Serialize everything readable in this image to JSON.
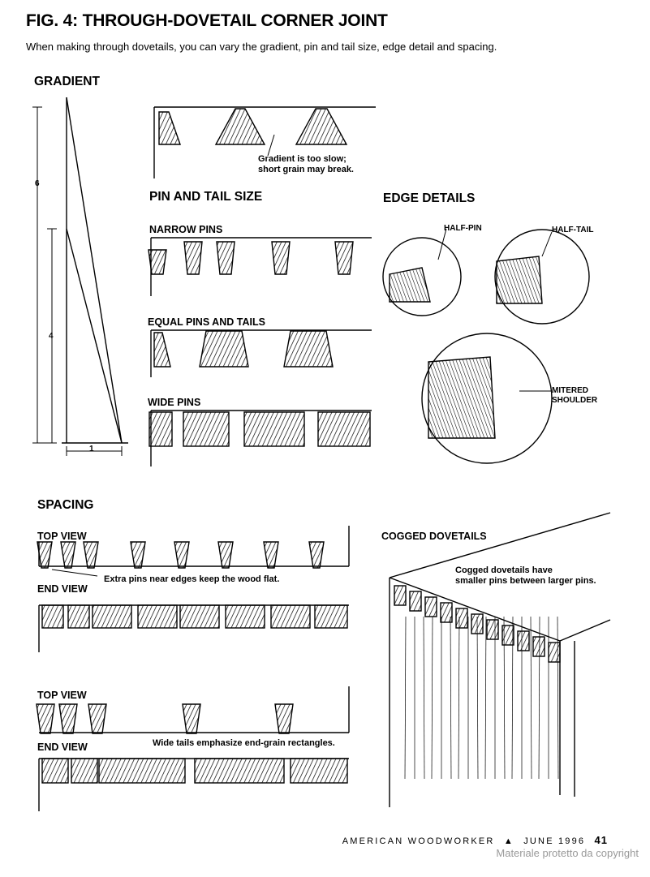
{
  "figure": {
    "title": "FIG. 4: THROUGH-DOVETAIL CORNER JOINT",
    "subtitle": "When making through dovetails, you can vary the gradient, pin and tail size, edge detail and spacing."
  },
  "gradient": {
    "heading": "GRADIENT",
    "dim_six": "6",
    "dim_four": "4",
    "dim_one": "1",
    "callout": "Gradient is too slow;\nshort grain may break."
  },
  "pin_tail": {
    "heading": "PIN AND TAIL SIZE",
    "narrow": "NARROW PINS",
    "equal": "EQUAL PINS AND TAILS",
    "wide": "WIDE PINS"
  },
  "edge": {
    "heading": "EDGE DETAILS",
    "half_pin": "HALF-PIN",
    "half_tail": "HALF-TAIL",
    "mitered": "MITERED\nSHOULDER"
  },
  "spacing": {
    "heading": "SPACING",
    "top_view_1": "TOP VIEW",
    "end_view_1": "END VIEW",
    "note_1": "Extra pins near edges keep the wood flat.",
    "top_view_2": "TOP VIEW",
    "end_view_2": "END VIEW",
    "note_2": "Wide tails emphasize end-grain rectangles."
  },
  "cogged": {
    "heading": "COGGED DOVETAILS",
    "note": "Cogged dovetails have\nsmaller pins between larger pins."
  },
  "footer": {
    "magazine": "AMERICAN WOODWORKER",
    "triangle": "▲",
    "date": "JUNE 1996",
    "page": "41"
  },
  "watermark": "Materiale protetto da copyright"
}
